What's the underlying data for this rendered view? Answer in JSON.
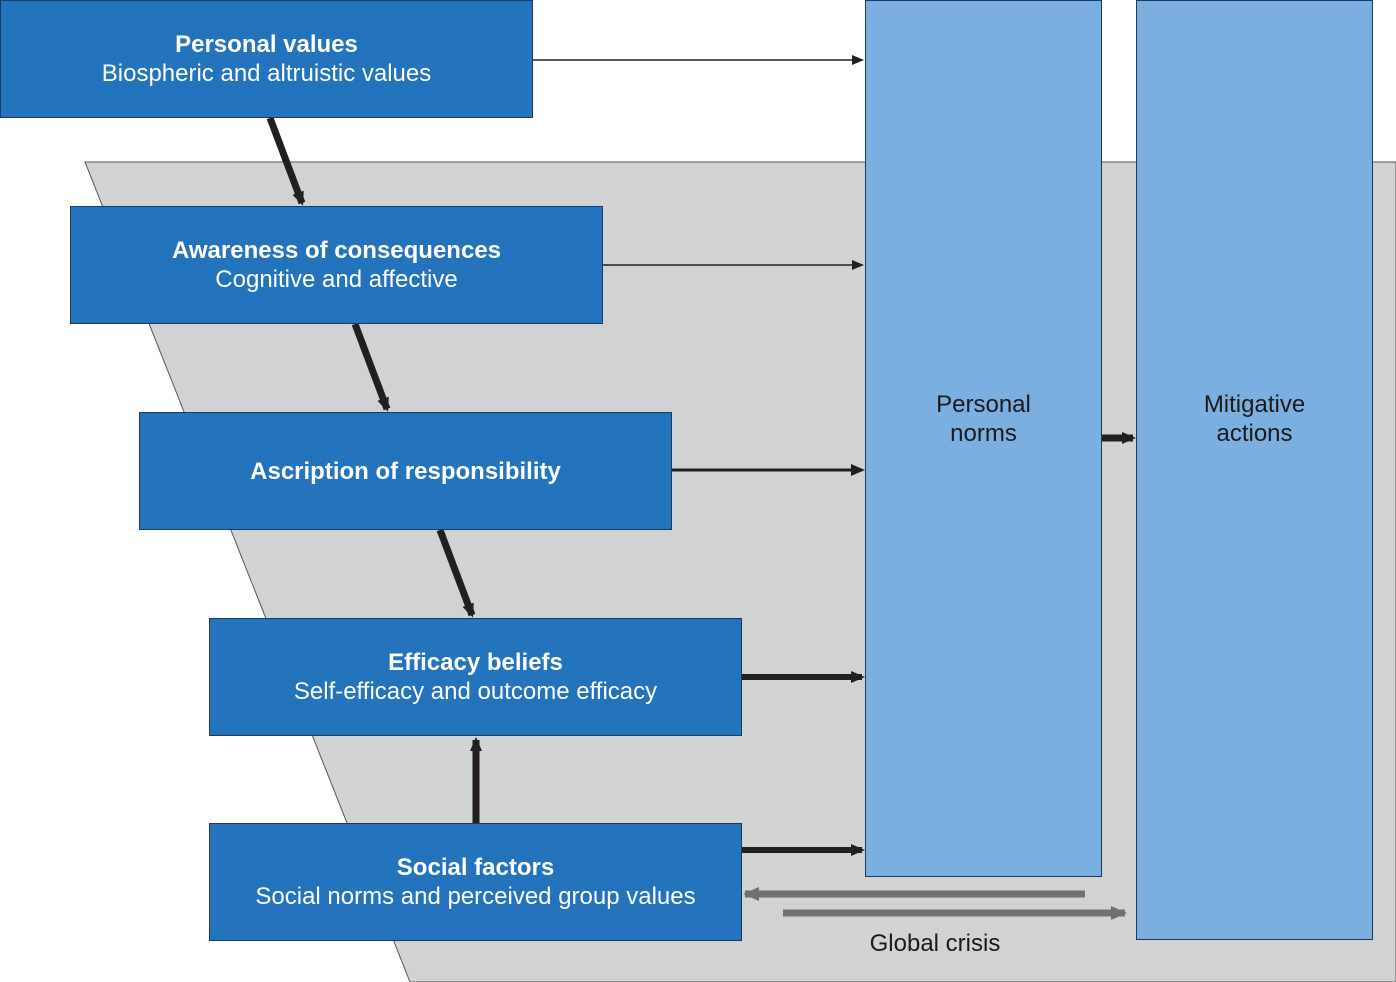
{
  "boxes": {
    "personal_values": {
      "title": "Personal values",
      "subtitle": "Biospheric and altruistic values"
    },
    "awareness": {
      "title": "Awareness of consequences",
      "subtitle": "Cognitive and affective"
    },
    "ascription": {
      "title": "Ascription of responsibility",
      "subtitle": ""
    },
    "efficacy": {
      "title": "Efficacy beliefs",
      "subtitle": "Self-efficacy and outcome efficacy"
    },
    "social": {
      "title": "Social factors",
      "subtitle": "Social norms and perceived group values"
    }
  },
  "columns": {
    "personal_norms": "Personal\nnorms",
    "mitigative_actions": "Mitigative\nactions"
  },
  "background_label": "Global crisis",
  "colors": {
    "box": "#2374bc",
    "column": "#7aafdf",
    "background_region": "#d1d2d4",
    "arrow": "#231f20",
    "grey_arrow": "#707070"
  }
}
